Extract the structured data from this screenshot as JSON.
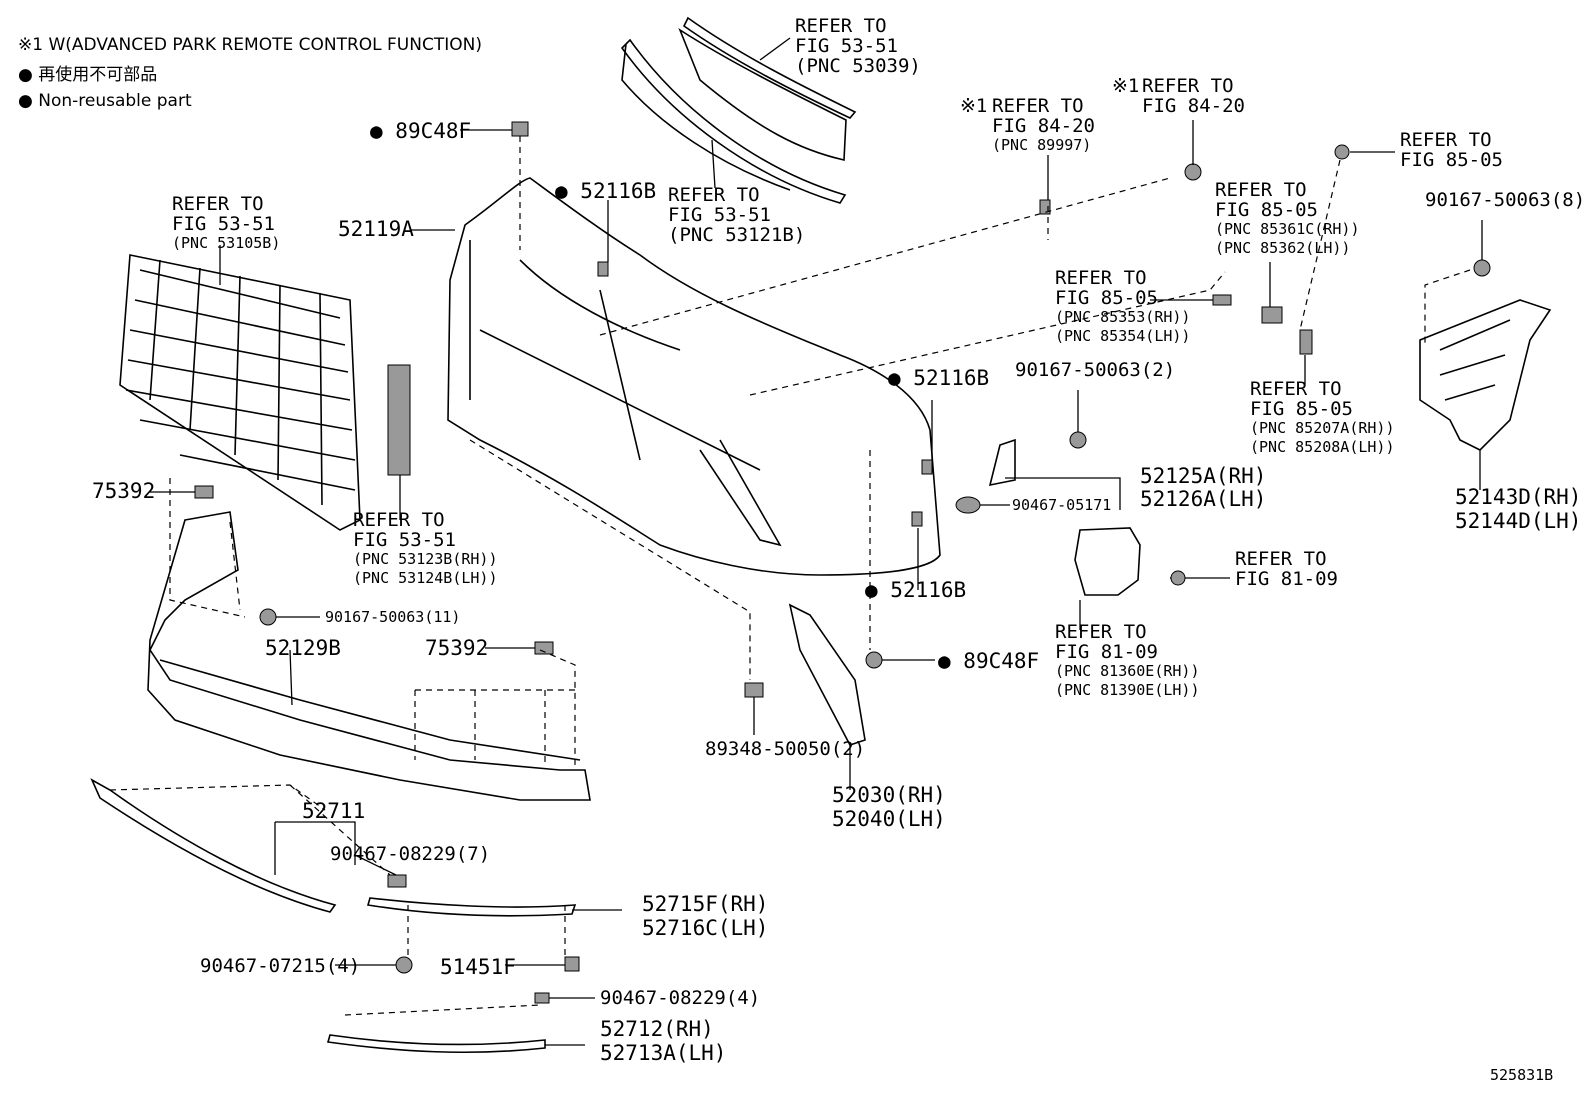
{
  "legend": {
    "note": "※1 W(ADVANCED PARK REMOTE CONTROL FUNCTION)",
    "jp": "● 再使用不可部品",
    "en": "● Non-reusable part"
  },
  "diagram_id": "525831B",
  "labels": {
    "r5351_a1": "REFER TO",
    "r5351_a2": "FIG 53-51",
    "r5351_a3": "(PNC 53039)",
    "c89c48f_top": "89C48F",
    "r5351_b1": "REFER TO",
    "r5351_b2": "FIG 53-51",
    "r5351_b3": "(PNC 53105B)",
    "p52116b_a": "52116B",
    "p52119a": "52119A",
    "r5351_c1": "REFER TO",
    "r5351_c2": "FIG 53-51",
    "r5351_c3": "(PNC 53121B)",
    "r8420_a0": "※1",
    "r8420_a1": "REFER TO",
    "r8420_a2": "FIG 84-20",
    "r8420_a3": "(PNC 89997)",
    "r8420_b0": "※1",
    "r8420_b1": "REFER TO",
    "r8420_b2": "FIG 84-20",
    "r8505_a1": "REFER TO",
    "r8505_a2": "FIG 85-05",
    "r8505_b1": "REFER TO",
    "r8505_b2": "FIG 85-05",
    "r8505_b3": "(PNC 85361C(RH))",
    "r8505_b4": "(PNC 85362(LH))",
    "s9016750063_8": "90167-50063(8)",
    "r8505_c1": "REFER TO",
    "r8505_c2": "FIG 85-05",
    "r8505_c3": "(PNC 85353(RH))",
    "r8505_c4": "(PNC 85354(LH))",
    "p52116b_b": "52116B",
    "s9016750063_2": "90167-50063(2)",
    "r8505_d1": "REFER TO",
    "r8505_d2": "FIG 85-05",
    "r8505_d3": "(PNC 85207A(RH))",
    "r8505_d4": "(PNC 85208A(LH))",
    "p75392_a": "75392",
    "r5351_d1": "REFER TO",
    "r5351_d2": "FIG 53-51",
    "r5351_d3": "(PNC 53123B(RH))",
    "r5351_d4": "(PNC 53124B(LH))",
    "p52125a": "52125A(RH)",
    "p52126a": "52126A(LH)",
    "s9046705171": "90467-05171",
    "p52143d": "52143D(RH)",
    "p52144d": "52144D(LH)",
    "r8109_a1": "REFER TO",
    "r8109_a2": "FIG 81-09",
    "p52116b_c": "52116B",
    "s9016750063_11": "90167-50063(11)",
    "p52129b": "52129B",
    "p75392_b": "75392",
    "r8109_b1": "REFER TO",
    "r8109_b2": "FIG 81-09",
    "r8109_b3": "(PNC 81360E(RH))",
    "r8109_b4": "(PNC 81390E(LH))",
    "c89c48f_bot": "89C48F",
    "s8934850050": "89348-50050(2)",
    "p52030": "52030(RH)",
    "p52040": "52040(LH)",
    "p52711": "52711",
    "s9046708229_7": "90467-08229(7)",
    "p52715f": "52715F(RH)",
    "p52716c": "52716C(LH)",
    "s9046707215": "90467-07215(4)",
    "p51451f": "51451F",
    "s9046708229_4": "90467-08229(4)",
    "p52712": "52712(RH)",
    "p52713a": "52713A(LH)"
  }
}
